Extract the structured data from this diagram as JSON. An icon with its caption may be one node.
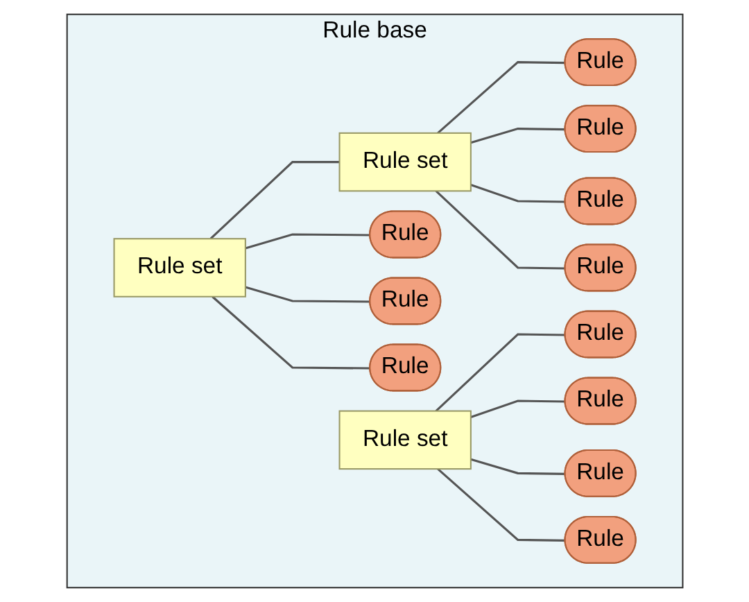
{
  "diagram": {
    "nodes": [
      {
        "text": [
          "Rule base"
        ]
      },
      {
        "text": [
          "Rule set"
        ],
        "in": 0
      },
      {
        "text": [
          "Rule set"
        ],
        "in": 0
      },
      {
        "text": [
          "Rule"
        ],
        "in": 0
      },
      {
        "text": [
          "Rule"
        ],
        "in": 0
      },
      {
        "text": [
          "Rule"
        ],
        "in": 0
      },
      {
        "text": [
          "Rule"
        ],
        "in": 0
      },
      {
        "text": [
          "Rule"
        ],
        "in": 0
      },
      {
        "text": [
          "Rule"
        ],
        "in": 0
      },
      {
        "text": [
          "Rule"
        ],
        "in": 0
      },
      {
        "text": [
          "Rule set"
        ],
        "in": 0
      },
      {
        "text": [
          "Rule"
        ],
        "in": 0
      },
      {
        "text": [
          "Rule"
        ],
        "in": 0
      },
      {
        "text": [
          "Rule"
        ],
        "in": 0
      },
      {
        "text": [
          "Rule"
        ],
        "in": 0
      }
    ],
    "edges": [
      {
        "from": 1,
        "to": 2,
        "arrow": "none"
      },
      {
        "from": 2,
        "to": 3,
        "arrow": "none"
      },
      {
        "from": 2,
        "to": 4,
        "arrow": "none"
      },
      {
        "from": 2,
        "to": 5,
        "arrow": "none"
      },
      {
        "from": 2,
        "to": 6,
        "arrow": "none"
      },
      {
        "from": 1,
        "to": 7,
        "arrow": "none"
      },
      {
        "from": 1,
        "to": 8,
        "arrow": "none"
      },
      {
        "from": 1,
        "to": 9,
        "arrow": "none"
      },
      {
        "from": 10,
        "to": 11,
        "arrow": "none"
      },
      {
        "from": 10,
        "to": 12,
        "arrow": "none"
      },
      {
        "from": 10,
        "to": 13,
        "arrow": "none"
      },
      {
        "from": 10,
        "to": 14,
        "arrow": "none"
      }
    ]
  }
}
